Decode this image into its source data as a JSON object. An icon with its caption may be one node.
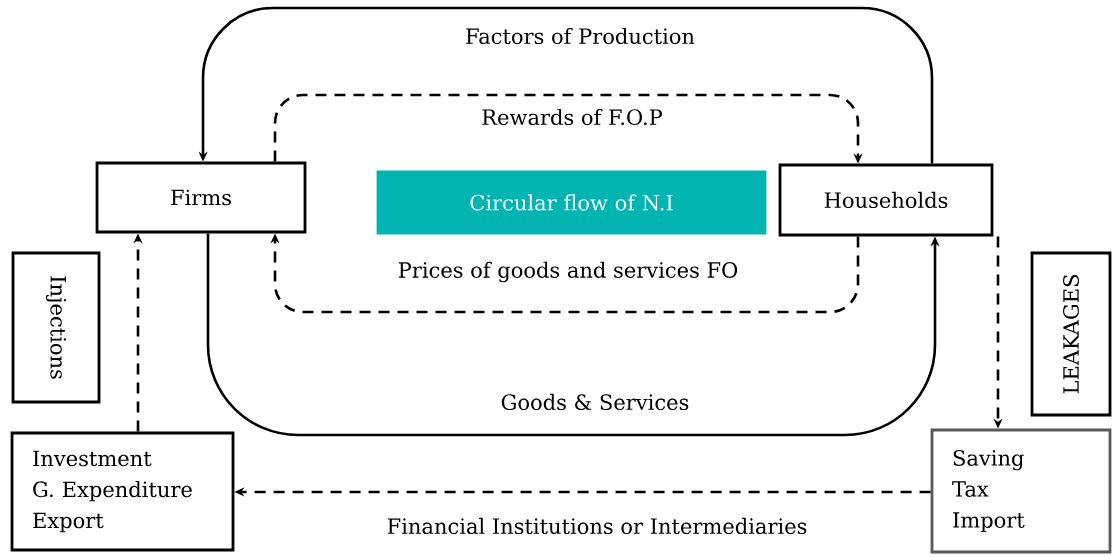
{
  "diagram": {
    "nodes": [
      {
        "text": [
          "Firms"
        ]
      },
      {
        "text": [
          "Circular flow of N.I"
        ]
      },
      {
        "text": [
          "Households"
        ]
      },
      {
        "text": [
          "Injections"
        ]
      },
      {
        "text": [
          "LEAKAGES"
        ]
      },
      {
        "text": [
          "Investment",
          "G. Expenditure",
          "Export"
        ]
      },
      {
        "text": [
          "Saving",
          "Tax",
          "Import"
        ]
      }
    ],
    "edges": [
      {
        "from": 2,
        "to": 0,
        "arrow": "to",
        "label": "Factors of Production"
      },
      {
        "from": 0,
        "to": 2,
        "arrow": "to",
        "label": "Rewards of F.O.P",
        "style": "dashed"
      },
      {
        "from": 2,
        "to": 0,
        "arrow": "to",
        "label": "Prices of goods and services FO",
        "style": "dashed"
      },
      {
        "from": 0,
        "to": 2,
        "arrow": "to",
        "label": "Goods & Services"
      },
      {
        "from": 5,
        "to": 0,
        "arrow": "to",
        "style": "dashed"
      },
      {
        "from": 2,
        "to": 6,
        "arrow": "to",
        "style": "dashed"
      },
      {
        "from": 6,
        "to": 5,
        "arrow": "to",
        "label": "Financial Institutions or Intermediaries",
        "style": "dashed"
      }
    ]
  }
}
